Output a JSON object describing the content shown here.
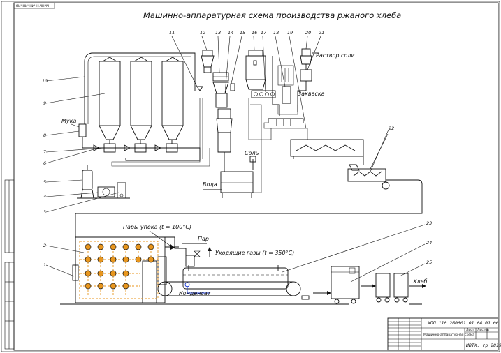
{
  "drawing": {
    "title": "Машинно-аппаратурная схема производства ржаного хлеба",
    "top_stamp": "ЯИЧНИЧНИЧН.ЧНИЧ",
    "labels": {
      "muka": "Мука",
      "sol": "Соль",
      "voda": "Вода",
      "rastvor_soli": "Раствор соли",
      "zakvaska": "Закваска",
      "pary_upeka": "Пары упека (t = 100°С)",
      "par": "Пар",
      "ukhodyashchie_gazy": "Уходящие газы (t = 350°С)",
      "kondensat": "Конденсат",
      "khleb": "Хлеб"
    },
    "callouts_top": [
      "11",
      "12",
      "13",
      "14",
      "15",
      "16",
      "17",
      "18",
      "19",
      "20",
      "21"
    ],
    "callouts_left": [
      "10",
      "9",
      "8",
      "7",
      "6",
      "5",
      "4",
      "3",
      "2",
      "1"
    ],
    "callouts_right": [
      "22",
      "23",
      "24",
      "25"
    ]
  },
  "title_block": {
    "designation": "ХПП 110.260601.01.04.01.00 ТС",
    "name": "Машинно-аппаратурная схема",
    "group": "ИВТХ, гр 2819",
    "sheet_label": "Лист",
    "sheets_label": "Листов"
  },
  "colors": {
    "lines": "#111111",
    "heating_coil": "#e8961e",
    "condensate": "#1f3fd6"
  }
}
